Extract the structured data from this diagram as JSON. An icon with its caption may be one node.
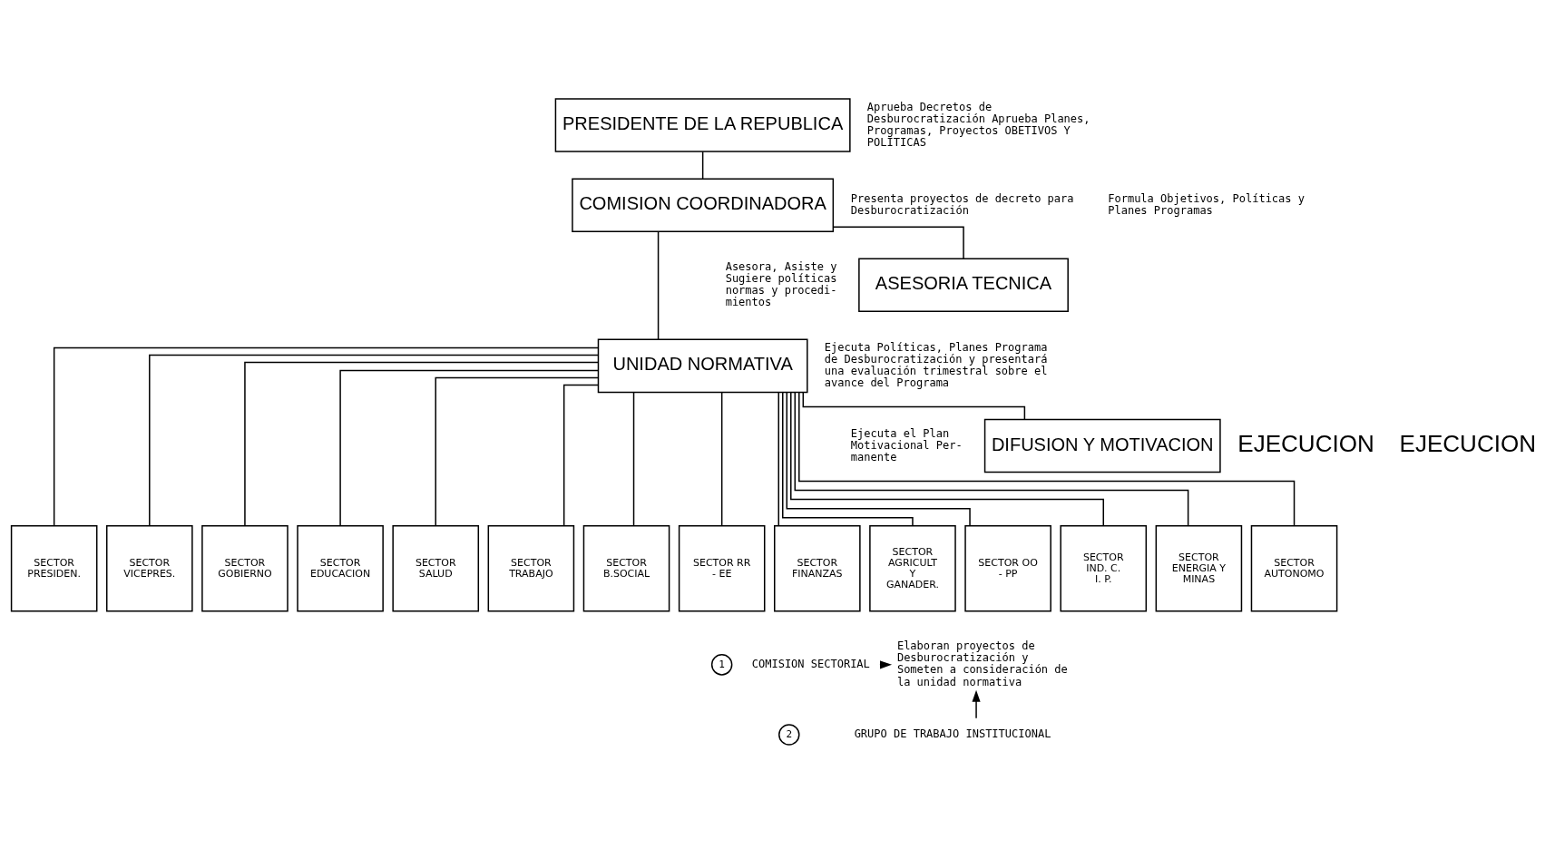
{
  "diagram": {
    "nodes": [
      {
        "text": [
          "PRESIDENTE DE LA REPUBLICA"
        ]
      },
      {
        "text": [
          "COMISION COORDINADORA"
        ]
      },
      {
        "text": [
          "ASESORIA TECNICA"
        ]
      },
      {
        "text": [
          "UNIDAD NORMATIVA"
        ]
      },
      {
        "text": [
          "DIFUSION Y MOTIVACION"
        ]
      },
      {
        "text": [
          "SECTOR PRESIDEN."
        ]
      },
      {
        "text": [
          "SECTOR VICEPRES."
        ]
      },
      {
        "text": [
          "SECTOR GOBIERNO"
        ]
      },
      {
        "text": [
          "SECTOR EDUCACION"
        ]
      },
      {
        "text": [
          "SECTOR SALUD"
        ]
      },
      {
        "text": [
          "SECTOR TRABAJO"
        ]
      },
      {
        "text": [
          "SECTOR B.SOCIAL"
        ]
      },
      {
        "text": [
          "SECTOR RR - EE"
        ]
      },
      {
        "text": [
          "SECTOR FINANZAS"
        ]
      },
      {
        "text": [
          "SECTOR AGRICULT Y GANADER."
        ]
      },
      {
        "text": [
          "SECTOR OO - PP"
        ]
      },
      {
        "text": [
          "SECTOR IND. C. I. P."
        ]
      },
      {
        "text": [
          "SECTOR ENERGIA Y MINAS"
        ]
      },
      {
        "text": [
          "SECTOR AUTONOMO"
        ]
      },
      {
        "text": [
          "1"
        ]
      },
      {
        "text": [
          "COMISION SECTORIAL"
        ]
      },
      {
        "text": [
          "2"
        ]
      },
      {
        "text": [
          "GRUPO DE TRABAJO INSTITUCIONAL"
        ]
      },
      {
        "text": [
          "Elaboran proyectos de Desburocratización y Someten a consideración de la unidad normativa"
        ]
      }
    ],
    "edges": [
      {
        "from": 0,
        "to": 1,
        "arrow": "none"
      },
      {
        "from": 1,
        "to": 2,
        "arrow": "none"
      },
      {
        "from": 1,
        "to": 3,
        "arrow": "none"
      },
      {
        "from": 3,
        "to": 4,
        "arrow": "none"
      },
      {
        "from": 3,
        "to": 5,
        "arrow": "none"
      },
      {
        "from": 3,
        "to": 6,
        "arrow": "none"
      },
      {
        "from": 3,
        "to": 7,
        "arrow": "none"
      },
      {
        "from": 3,
        "to": 8,
        "arrow": "none"
      },
      {
        "from": 3,
        "to": 9,
        "arrow": "none"
      },
      {
        "from": 3,
        "to": 10,
        "arrow": "none"
      },
      {
        "from": 3,
        "to": 11,
        "arrow": "none"
      },
      {
        "from": 3,
        "to": 12,
        "arrow": "none"
      },
      {
        "from": 3,
        "to": 13,
        "arrow": "none"
      },
      {
        "from": 3,
        "to": 14,
        "arrow": "none"
      },
      {
        "from": 3,
        "to": 15,
        "arrow": "none"
      },
      {
        "from": 3,
        "to": 16,
        "arrow": "none"
      },
      {
        "from": 3,
        "to": 17,
        "arrow": "none"
      },
      {
        "from": 3,
        "to": 18,
        "arrow": "none"
      },
      {
        "from": 20,
        "to": 23,
        "arrow": "to"
      },
      {
        "from": 22,
        "to": 23,
        "arrow": "to"
      }
    ],
    "labels": [
      "Aprueba Decretos de Desburocratización Aprueba Planes, Programas, Proyectos OBETIVOS Y POLITICAS",
      "Presenta proyectos de decreto para Desburocratización",
      "Formula Objetivos, Políticas y Planes Programas",
      "Asesora, Asiste y Sugiere políticas normas y procedi- mientos",
      "Ejecuta Políticas, Planes Programa de Desburocratización y presentará una evaluación trimestral sobre el avance del Programa",
      "Ejecuta el Plan Motivacional Per- manente",
      "EJECUCION",
      "EJECUCION"
    ]
  }
}
